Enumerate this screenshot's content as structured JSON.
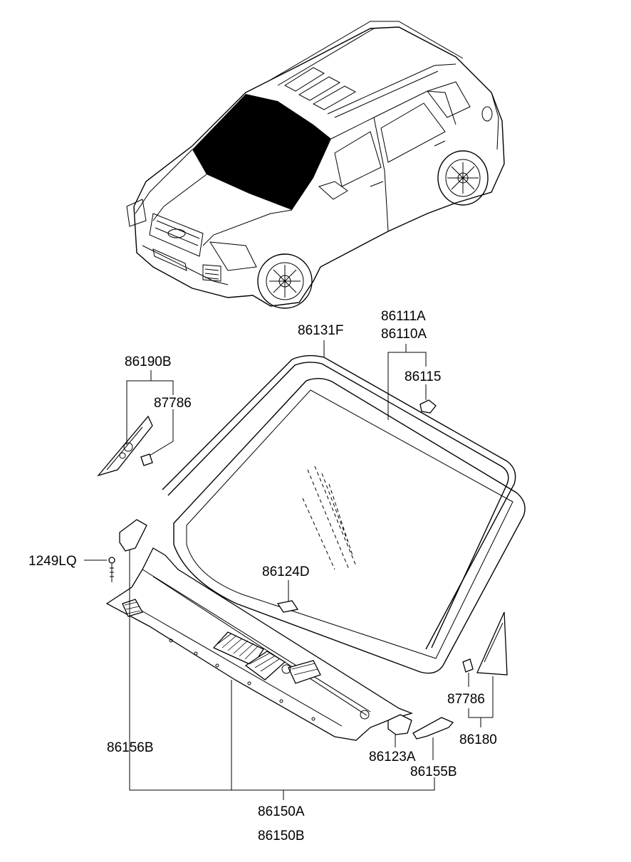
{
  "labels": {
    "p86131F": "86131F",
    "p86111A": "86111A",
    "p86110A": "86110A",
    "p86115": "86115",
    "p86190B": "86190B",
    "p87786_left": "87786",
    "p1249LQ": "1249LQ",
    "p86124D": "86124D",
    "p87786_right": "87786",
    "p86180": "86180",
    "p86123A": "86123A",
    "p86155B": "86155B",
    "p86156B": "86156B",
    "p86150A": "86150A",
    "p86150B": "86150B"
  }
}
